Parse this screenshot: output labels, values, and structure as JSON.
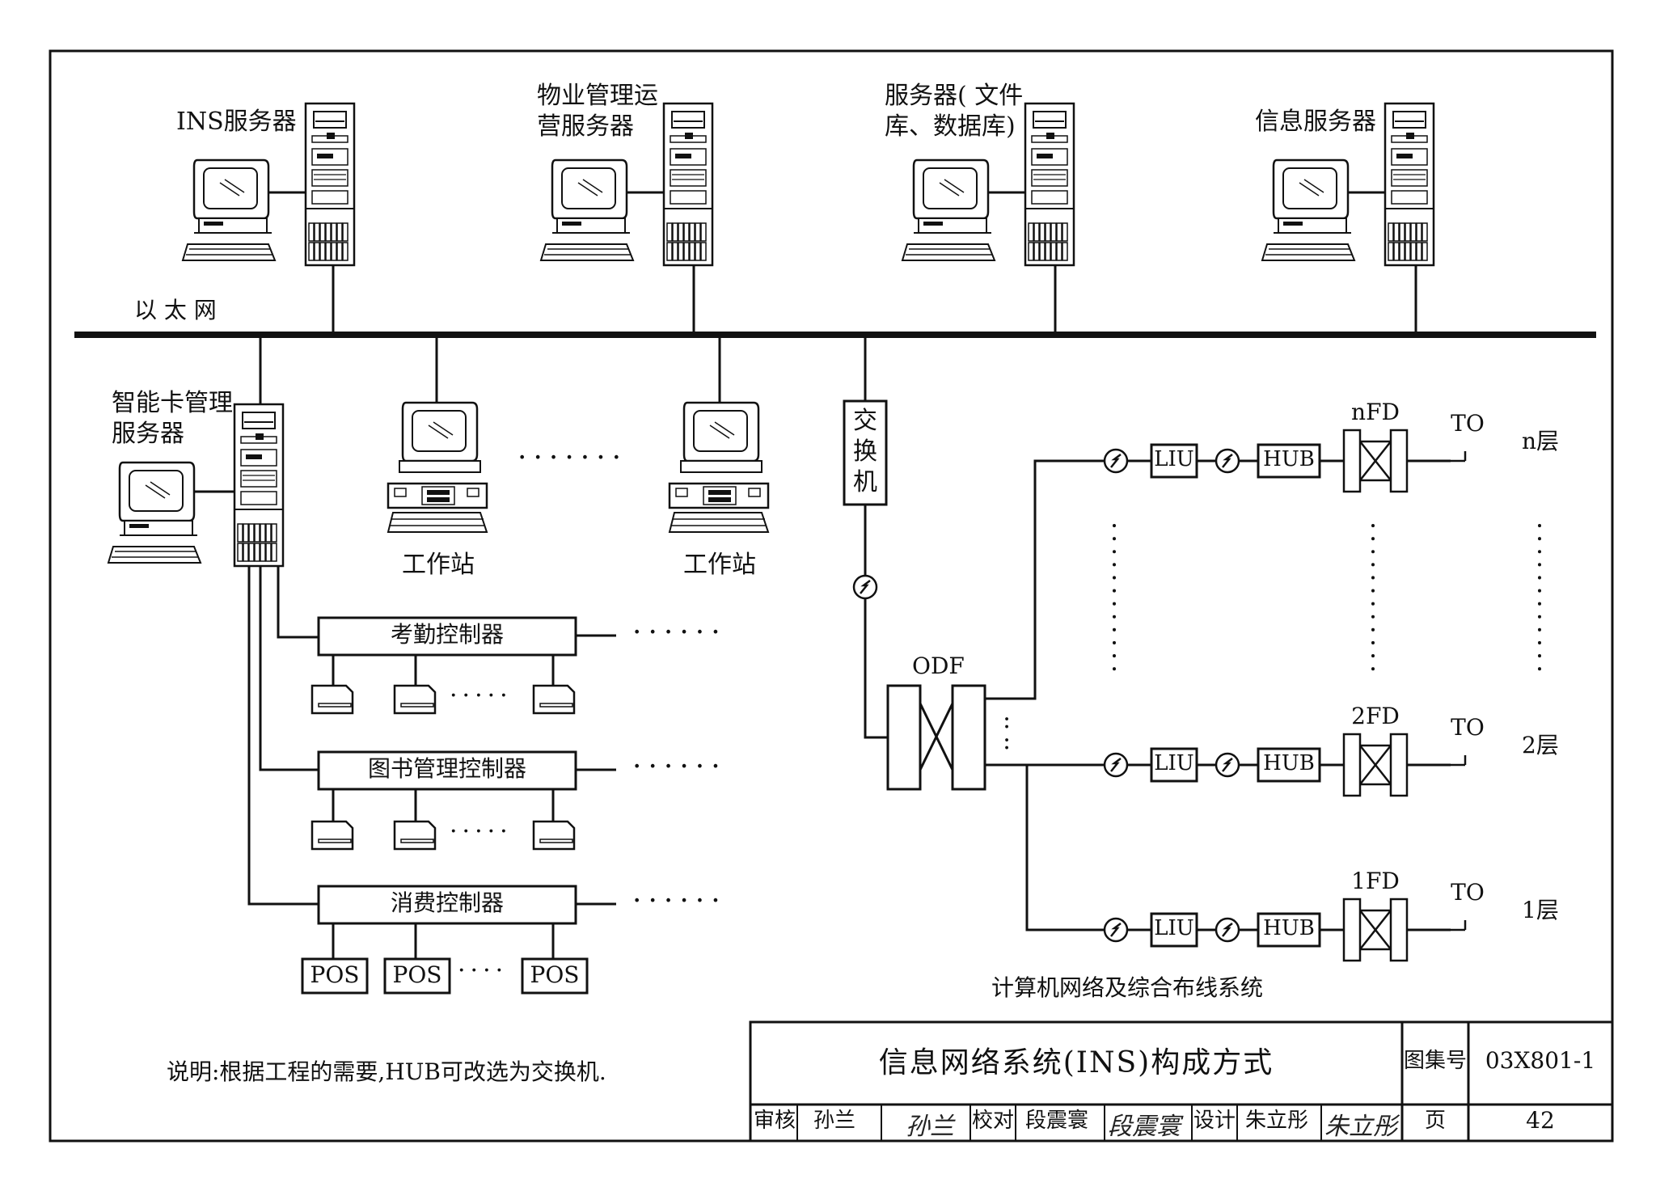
{
  "servers": {
    "ins": "INS服务器",
    "property_line1": "物业管理运",
    "property_line2": "营服务器",
    "file_line1": "服务器( 文件",
    "file_line2": "库、数据库)",
    "info": "信息服务器"
  },
  "ethernet_label": "以 太 网",
  "smartcard": {
    "line1": "智能卡管理",
    "line2": "服务器"
  },
  "workstation_label": "工作站",
  "dots": {
    "workstations": "·······",
    "row": "······",
    "short": "·····",
    "pos": "····",
    "vertical": ":"
  },
  "controllers": {
    "attendance": "考勤控制器",
    "library": "图书管理控制器",
    "consumption": "消费控制器"
  },
  "pos_label": "POS",
  "switch_chars": [
    "交",
    "换",
    "机"
  ],
  "odf_label": "ODF",
  "floors": [
    {
      "fd": "nFD",
      "floor": "n层"
    },
    {
      "fd": "2FD",
      "floor": "2层"
    },
    {
      "fd": "1FD",
      "floor": "1层"
    }
  ],
  "liu_label": "LIU",
  "hub_label": "HUB",
  "to_label": "TO",
  "caption": "计算机网络及综合布线系统",
  "note": "说明:根据工程的需要,HUB可改选为交换机.",
  "title_block": {
    "title": "信息网络系统(INS)构成方式",
    "atlas_label": "图集号",
    "atlas_value": "03X801-1",
    "review_label": "审核",
    "review_name": "孙兰",
    "review_sig": "孙兰",
    "check_label": "校对",
    "check_name": "段震寰",
    "check_sig": "段震寰",
    "design_label": "设计",
    "design_name": "朱立彤",
    "design_sig": "朱立彤",
    "page_label": "页",
    "page_value": "42"
  }
}
